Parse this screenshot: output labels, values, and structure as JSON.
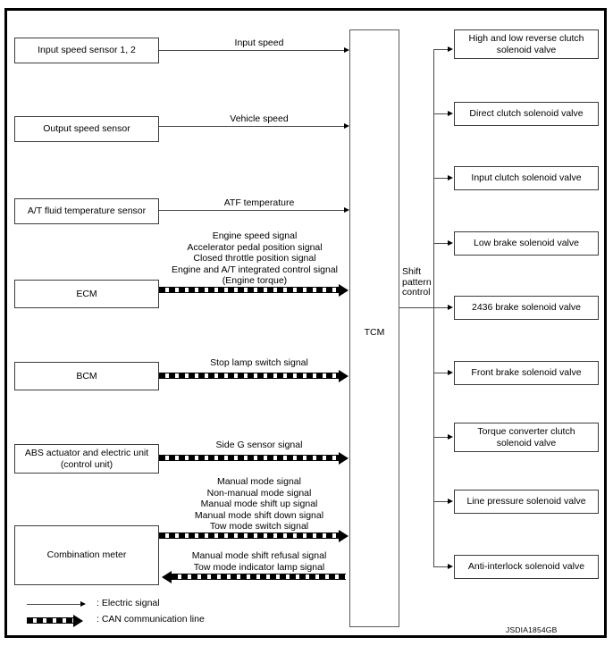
{
  "diagram": {
    "code": "JSDIA1854GB",
    "central_unit": {
      "label": "TCM",
      "sub_label": "Shift\npattern\ncontrol"
    },
    "inputs": [
      {
        "name": "input-speed-sensor",
        "box_label": "Input speed sensor 1, 2",
        "signal_label": "Input speed",
        "line_type": "electric",
        "direction": "to-tcm"
      },
      {
        "name": "output-speed-sensor",
        "box_label": "Output speed sensor",
        "signal_label": "Vehicle speed",
        "line_type": "electric",
        "direction": "to-tcm"
      },
      {
        "name": "at-fluid-temperature-sensor",
        "box_label": "A/T fluid temperature sensor",
        "signal_label": "ATF temperature",
        "line_type": "electric",
        "direction": "to-tcm"
      },
      {
        "name": "ecm",
        "box_label": "ECM",
        "signal_label": "Engine speed signal\nAccelerator pedal position signal\nClosed throttle position signal\nEngine and A/T integrated control signal\n(Engine torque)",
        "line_type": "can",
        "direction": "to-tcm"
      },
      {
        "name": "bcm",
        "box_label": "BCM",
        "signal_label": "Stop lamp switch signal",
        "line_type": "can",
        "direction": "to-tcm"
      },
      {
        "name": "abs-actuator-and-electric-unit",
        "box_label": "ABS actuator and electric unit\n(control unit)",
        "signal_label": "Side G sensor signal",
        "line_type": "can",
        "direction": "to-tcm"
      },
      {
        "name": "combination-meter",
        "box_label": "Combination meter",
        "signal_label": "Manual mode signal\nNon-manual mode signal\nManual mode shift up signal\nManual mode shift down signal\nTow mode switch signal",
        "line_type": "can",
        "direction": "to-tcm",
        "return_signal_label": "Manual mode shift refusal signal\nTow mode indicator lamp signal",
        "return_line_type": "can",
        "return_direction": "from-tcm"
      }
    ],
    "outputs": [
      {
        "name": "high-and-low-reverse-clutch-solenoid-valve",
        "box_label": "High and low reverse clutch\nsolenoid valve"
      },
      {
        "name": "direct-clutch-solenoid-valve",
        "box_label": "Direct clutch solenoid valve"
      },
      {
        "name": "input-clutch-solenoid-valve",
        "box_label": "Input clutch solenoid valve"
      },
      {
        "name": "low-brake-solenoid-valve",
        "box_label": "Low brake solenoid valve"
      },
      {
        "name": "2436-brake-solenoid-valve",
        "box_label": "2436 brake solenoid valve"
      },
      {
        "name": "front-brake-solenoid-valve",
        "box_label": "Front brake solenoid valve"
      },
      {
        "name": "torque-converter-clutch-solenoid-valve",
        "box_label": "Torque converter clutch\nsolenoid valve"
      },
      {
        "name": "line-pressure-solenoid-valve",
        "box_label": "Line pressure solenoid valve"
      },
      {
        "name": "anti-interlock-solenoid-valve",
        "box_label": "Anti-interlock solenoid valve"
      }
    ],
    "legend": [
      {
        "name": "electric-signal",
        "label": ": Electric signal",
        "line_type": "electric"
      },
      {
        "name": "can-communication-line",
        "label": ": CAN communication line",
        "line_type": "can"
      }
    ]
  }
}
